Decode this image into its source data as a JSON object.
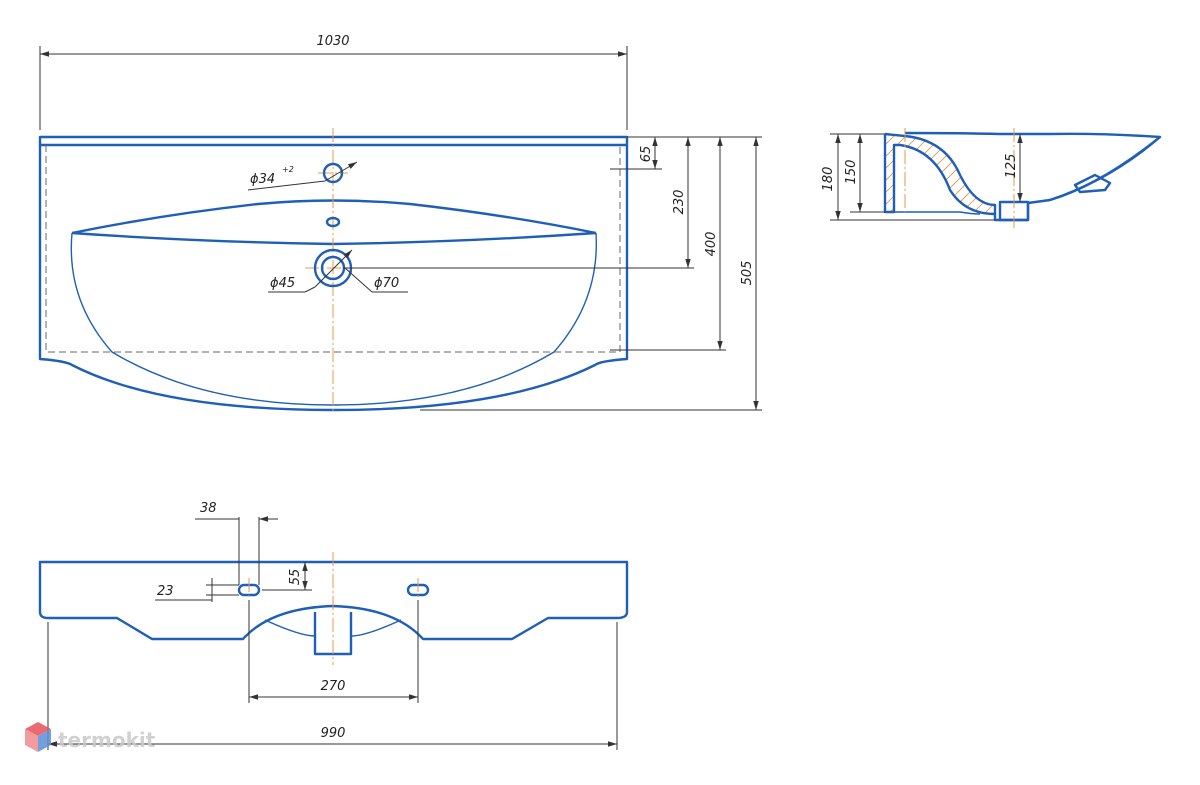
{
  "colors": {
    "outline": "#1f5fb8",
    "centerline": "#e39a4a",
    "dimension": "#333333",
    "hidden": "#6a6a6a",
    "watermark": "#c9c9c9",
    "logo_top": "#e8505b",
    "logo_side": "#5b8fd6"
  },
  "top_view": {
    "overall_width": "1030",
    "back_rim_depth": "65",
    "drain_distance": "230",
    "bowl_depth": "400",
    "overall_depth": "505",
    "tap_hole": "ϕ34",
    "tap_hole_tolerance": "+2",
    "drain_inner": "ϕ45",
    "drain_outer": "ϕ70"
  },
  "side_view": {
    "total_height": "180",
    "body_height": "150",
    "drain_height": "125"
  },
  "front_view": {
    "slot_width": "38",
    "slot_height": "23",
    "slot_offset": "55",
    "slot_spacing": "270",
    "base_width": "990"
  },
  "watermark": {
    "text": "termokit",
    "icon": "cube-logo-icon"
  }
}
